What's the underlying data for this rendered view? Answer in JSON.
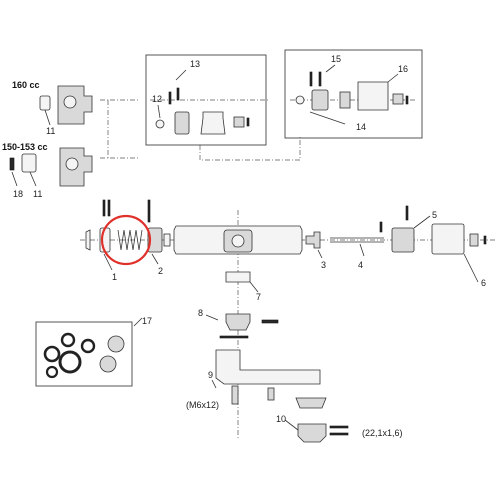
{
  "variants": {
    "top_label": "160 cc",
    "bottom_label": "150-153 cc"
  },
  "callouts": [
    "1",
    "2",
    "3",
    "4",
    "5",
    "6",
    "7",
    "8",
    "9",
    "10",
    "11",
    "11",
    "12",
    "13",
    "14",
    "15",
    "16",
    "17",
    "18"
  ],
  "notes": {
    "screw": "(M6x12)",
    "oring": "(22,1x1,6)"
  },
  "highlight": {
    "color": "#e0302a",
    "target": "spring"
  }
}
